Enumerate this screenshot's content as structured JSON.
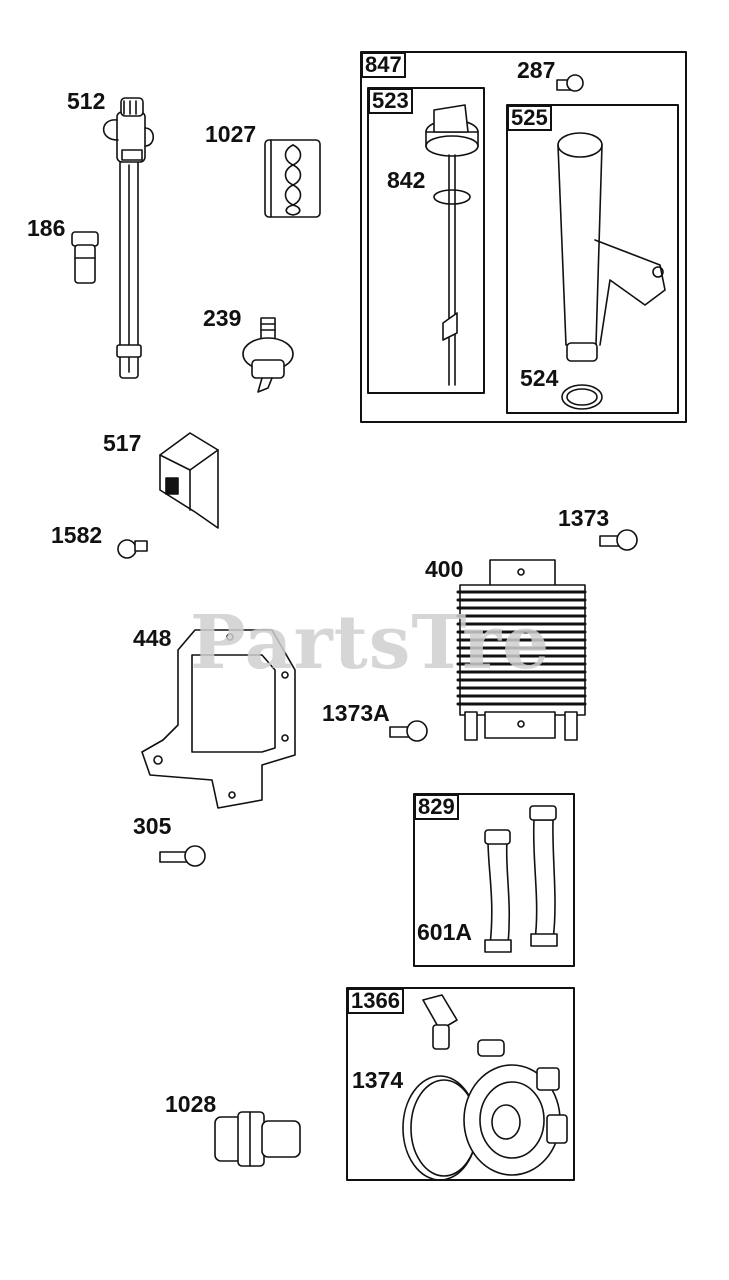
{
  "watermark": "PartsTre",
  "labels": {
    "p512": "512",
    "p186": "186",
    "p1027": "1027",
    "p239": "239",
    "p517": "517",
    "p1582": "1582",
    "p448": "448",
    "p305": "305",
    "p1028": "1028",
    "p287": "287",
    "p842": "842",
    "p524": "524",
    "p1373": "1373",
    "p400": "400",
    "p1373a": "1373A",
    "p601a": "601A",
    "p1374": "1374"
  },
  "boxes": {
    "b847": "847",
    "b523": "523",
    "b525": "525",
    "b829": "829",
    "b1366": "1366"
  }
}
